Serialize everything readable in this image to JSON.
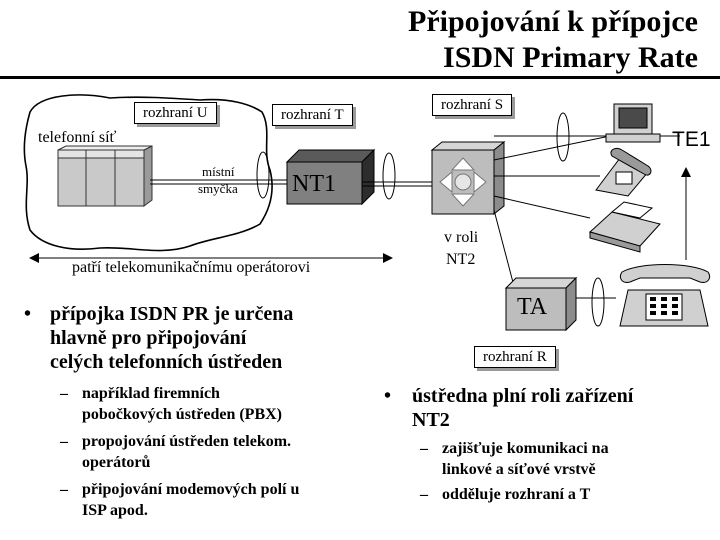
{
  "header": {
    "title_line1": "Připojování k přípojce",
    "title_line2": "ISDN Primary Rate"
  },
  "diagram": {
    "telefonni_sit": "telefonní síť",
    "rozhrani_u": "rozhraní U",
    "rozhrani_t": "rozhraní T",
    "rozhrani_s": "rozhraní S",
    "rozhrani_r": "rozhraní R",
    "mistni": "místní",
    "smycka": "smyčka",
    "nt1": "NT1",
    "te1": "TE1",
    "ta": "TA",
    "v_roli": "v roli",
    "nt2": "NT2",
    "patri": "patří telekomunikačnímu operátorovi"
  },
  "left_bullets": {
    "main_line1": "přípojka ISDN PR je určena",
    "main_line2": "hlavně pro připojování",
    "main_line3": "celých telefonních ústředen",
    "sub": [
      {
        "line1": "například firemních",
        "line2": "pobočkových ústředen (PBX)"
      },
      {
        "line1": "propojování ústředen telekom.",
        "line2": "operátorů"
      },
      {
        "line1": "připojování modemových polí u",
        "line2": "ISP apod."
      }
    ]
  },
  "right_bullets": {
    "main_line1": "ústředna plní roli zařízení",
    "main_line2": "NT2",
    "sub": [
      {
        "line1": "zajišťuje komunikaci na",
        "line2": "linkové a síťové vrstvě"
      },
      {
        "line1": "odděluje rozhraní  a T",
        "line2": ""
      }
    ]
  }
}
